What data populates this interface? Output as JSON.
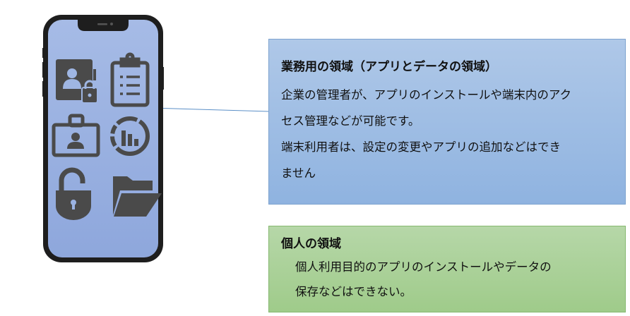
{
  "work_area": {
    "title": "業務用の領域（アプリとデータの領域）",
    "lines": [
      "企業の管理者が、アプリのインストールや端末内のアク",
      "セス管理などが可能です。",
      "端末利用者は、設定の変更やアプリの追加などはでき",
      "ません"
    ]
  },
  "personal_area": {
    "title": "個人の領域",
    "lines": [
      "個人利用目的のアプリのインストールやデータの",
      "保存などはできない。"
    ]
  },
  "colors": {
    "work_fill": "#9dbde4",
    "personal_fill": "#a9d196",
    "phone_screen": "#9bb3e2",
    "icon": "#4a4a4a"
  }
}
